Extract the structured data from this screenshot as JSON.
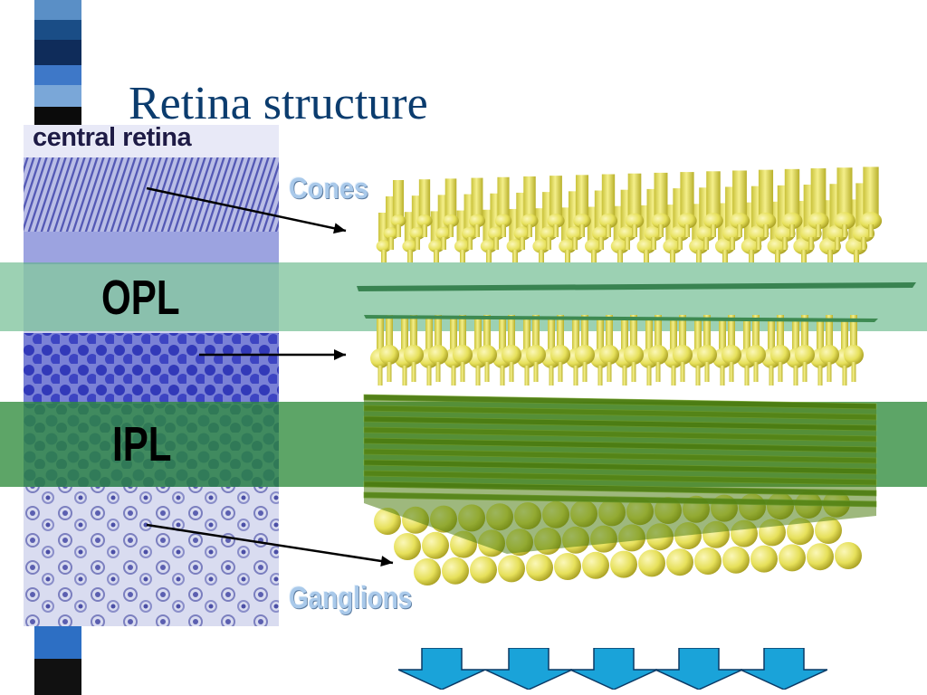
{
  "slide": {
    "title": "Retina structure"
  },
  "histology": {
    "caption": "central retina"
  },
  "bands": {
    "opl": "OPL",
    "ipl": "IPL"
  },
  "labels": {
    "cones": "Cones",
    "ganglions": "Ganglions"
  },
  "colors": {
    "title": "#0b3c6e",
    "opl_band": "#5fb584",
    "ipl_band": "#2f8c3c",
    "cones": "#e6e05a",
    "ganglions": "#e9e577",
    "ipl_block": "#4f7d12",
    "layer_label": "#a9c9ea",
    "nav_arrow": "#1aa3d9"
  },
  "icons": {
    "nav": "arrow-down-icon"
  }
}
